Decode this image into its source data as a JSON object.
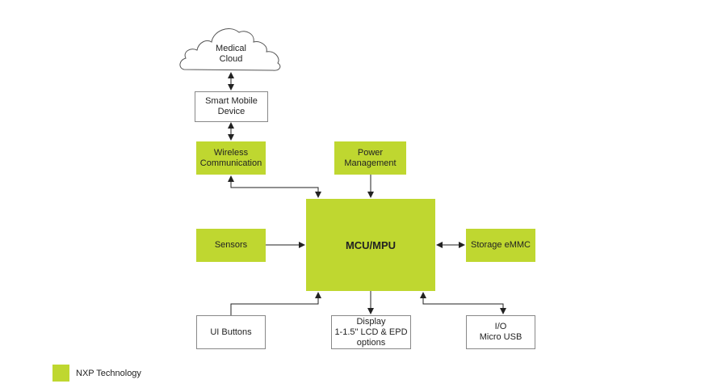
{
  "diagram": {
    "title": "Block diagram",
    "colors": {
      "nxp": "#bfd730",
      "line": "#222222",
      "border": "#888888"
    },
    "nodes": {
      "cloud": {
        "label": "Medical\nCloud",
        "style": "cloud"
      },
      "smart_mobile": {
        "label": "Smart Mobile\nDevice",
        "style": "white"
      },
      "wireless": {
        "label": "Wireless\nCommunication",
        "style": "green"
      },
      "power": {
        "label": "Power\nManagement",
        "style": "green"
      },
      "mcu": {
        "label": "MCU/MPU",
        "style": "green"
      },
      "sensors": {
        "label": "Sensors",
        "style": "green"
      },
      "storage": {
        "label": "Storage eMMC",
        "style": "green"
      },
      "ui_buttons": {
        "label": "UI Buttons",
        "style": "white"
      },
      "display": {
        "label": "Display\n1-1.5\" LCD & EPD\noptions",
        "style": "white"
      },
      "io": {
        "label": "I/O\nMicro USB",
        "style": "white"
      }
    },
    "edges": [
      {
        "from": "cloud",
        "to": "smart_mobile",
        "direction": "both"
      },
      {
        "from": "smart_mobile",
        "to": "wireless",
        "direction": "both"
      },
      {
        "from": "wireless",
        "to": "mcu",
        "direction": "both"
      },
      {
        "from": "power",
        "to": "mcu",
        "direction": "forward"
      },
      {
        "from": "sensors",
        "to": "mcu",
        "direction": "forward"
      },
      {
        "from": "mcu",
        "to": "storage",
        "direction": "both"
      },
      {
        "from": "ui_buttons",
        "to": "mcu",
        "direction": "forward"
      },
      {
        "from": "mcu",
        "to": "display",
        "direction": "forward"
      },
      {
        "from": "mcu",
        "to": "io",
        "direction": "both"
      }
    ]
  },
  "legend": {
    "label": "NXP Technology"
  }
}
